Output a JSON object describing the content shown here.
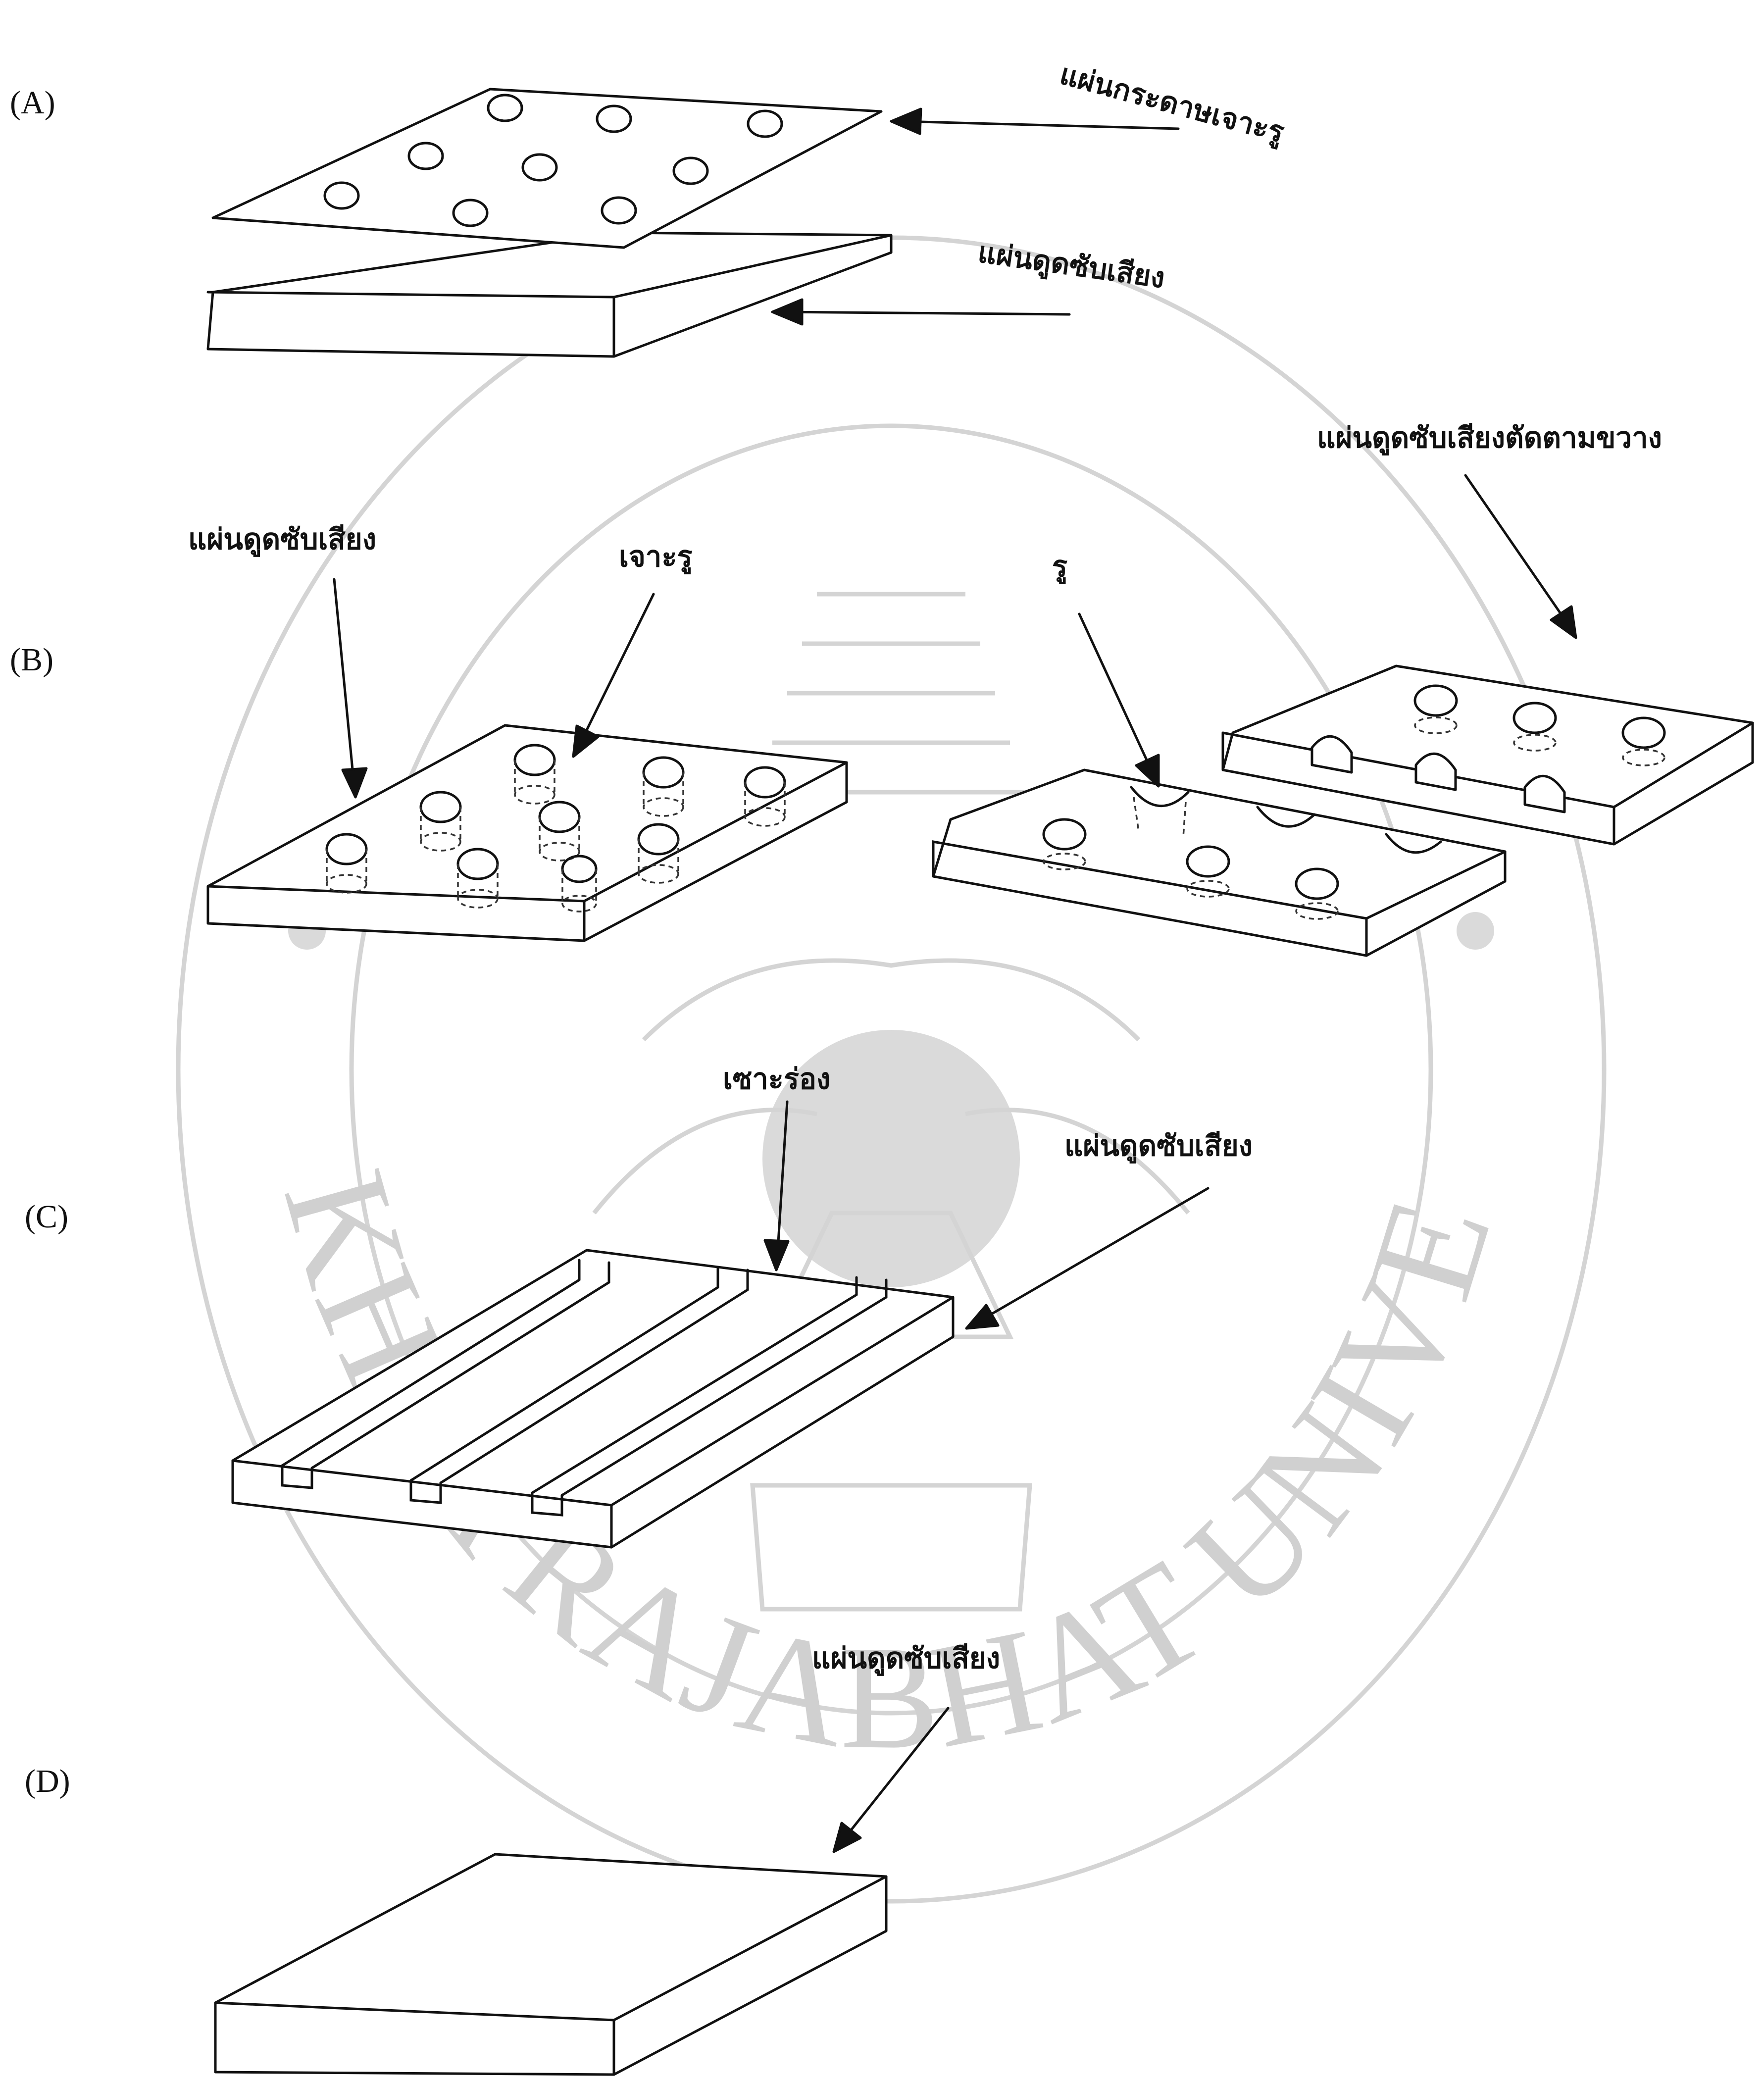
{
  "panels": [
    {
      "id": "A",
      "label": "(A)"
    },
    {
      "id": "B",
      "label": "(B)"
    },
    {
      "id": "C",
      "label": "(C)"
    },
    {
      "id": "D",
      "label": "(D)"
    }
  ],
  "annotations": {
    "a_perforated_paper": "แผ่นกระดาษเจาะรู",
    "a_absorber": "แผ่นดูดซับเสียง",
    "b_absorber": "แผ่นดูดซับเสียง",
    "b_drilled_holes": "เจาะรู",
    "b_hole": "รู",
    "b_cross_section": "แผ่นดูดซับเสียงตัดตามขวาง",
    "c_groove": "เซาะร่อง",
    "c_absorber": "แผ่นดูดซับเสียง",
    "d_absorber": "แผ่นดูดซับเสียง"
  },
  "watermark": {
    "text": "SONGKHLA RAJABHAT UNIVERSITY",
    "color": "#d4d4d4"
  },
  "colors": {
    "ink": "#111111",
    "paper": "#ffffff"
  }
}
